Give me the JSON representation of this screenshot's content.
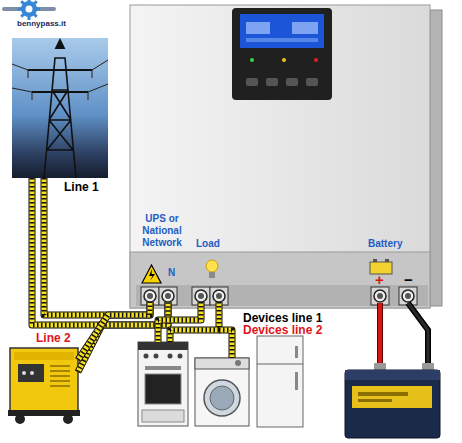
{
  "diagram": {
    "nodes": [
      {
        "text": [
          "Line 1"
        ]
      },
      {
        "text": [
          "Line 2"
        ]
      },
      {
        "text": [
          "UPS or National Network",
          "N"
        ]
      },
      {
        "text": [
          "Load"
        ]
      },
      {
        "text": [
          "Battery",
          "+",
          "−"
        ]
      },
      {
        "text": [
          "Devices line 1",
          "Devices line 2"
        ]
      }
    ],
    "edges": [
      {
        "from": 0,
        "to": 2,
        "arrow": "none"
      },
      {
        "from": 1,
        "to": 2,
        "arrow": "none"
      },
      {
        "from": 3,
        "to": 5,
        "arrow": "none"
      }
    ],
    "labels": [
      "bennypass.it"
    ]
  }
}
